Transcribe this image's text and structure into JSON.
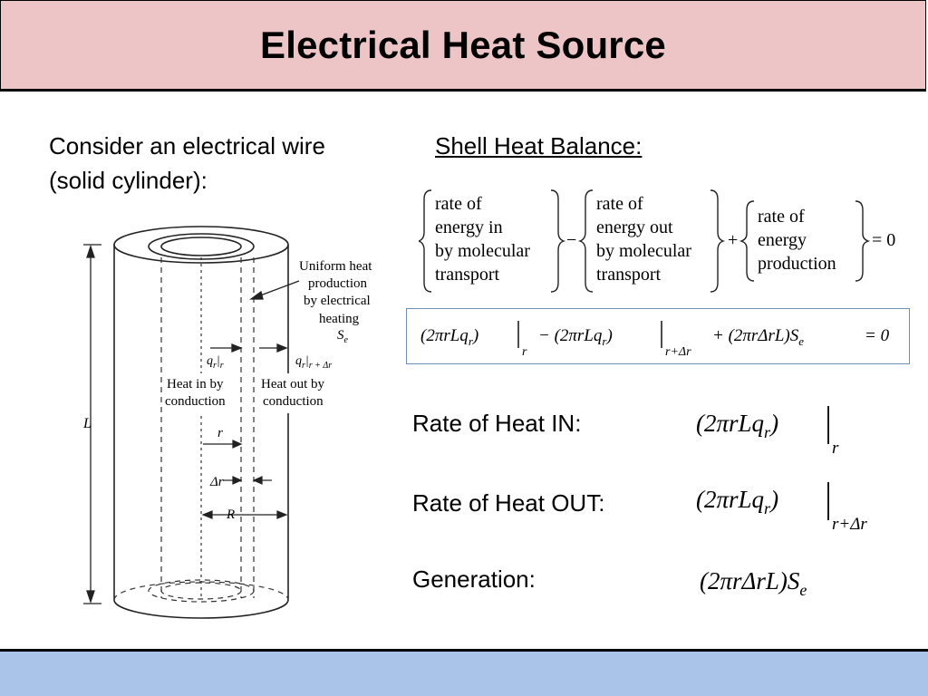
{
  "title": "Electrical Heat Source",
  "intro": {
    "line1": "Consider an electrical wire",
    "line2": "(solid cylinder):"
  },
  "shell_heading": "Shell Heat Balance:",
  "diagram": {
    "uniform_heat_1": "Uniform heat",
    "uniform_heat_2": "production",
    "uniform_heat_3": "by electrical",
    "uniform_heat_4": "heating",
    "se_label": "S",
    "se_sub": "e",
    "qr_r": "q",
    "qr_r_sub": "r",
    "qr_r_eval": "r",
    "qr_rdr": "q",
    "qr_rdr_sub": "r",
    "qr_rdr_eval": "r + Δr",
    "heat_in_1": "Heat in by",
    "heat_in_2": "conduction",
    "heat_out_1": "Heat out by",
    "heat_out_2": "conduction",
    "L_label": "L",
    "r_label": "r",
    "dr_label": "Δr",
    "R_label": "R"
  },
  "balance": {
    "term1": [
      "rate of",
      "energy in",
      "by molecular",
      "transport"
    ],
    "minus": "−",
    "term2": [
      "rate of",
      "energy out",
      "by molecular",
      "transport"
    ],
    "plus": "+",
    "term3": [
      "rate of",
      "energy",
      "production"
    ],
    "equals_zero": "= 0"
  },
  "equation": {
    "part1": "(2πrLq",
    "part1_sub": "r",
    "part1_close": ")",
    "eval1": "r",
    "minus": "− (2πrLq",
    "part2_sub": "r",
    "part2_close": ")",
    "eval2": "r+Δr",
    "plus_term": "+ (2πrΔrL)S",
    "se_sub": "e",
    "equals": "= 0"
  },
  "rows": [
    {
      "label": "Rate of Heat IN:",
      "expr": "(2πrLq",
      "sub": "r",
      "close": ")",
      "eval": "r"
    },
    {
      "label": "Rate of Heat OUT:",
      "expr": "(2πrLq",
      "sub": "r",
      "close": ")",
      "eval": "r+Δr"
    },
    {
      "label": "Generation:",
      "expr": "(2πrΔrL)S",
      "sub": "e"
    }
  ]
}
